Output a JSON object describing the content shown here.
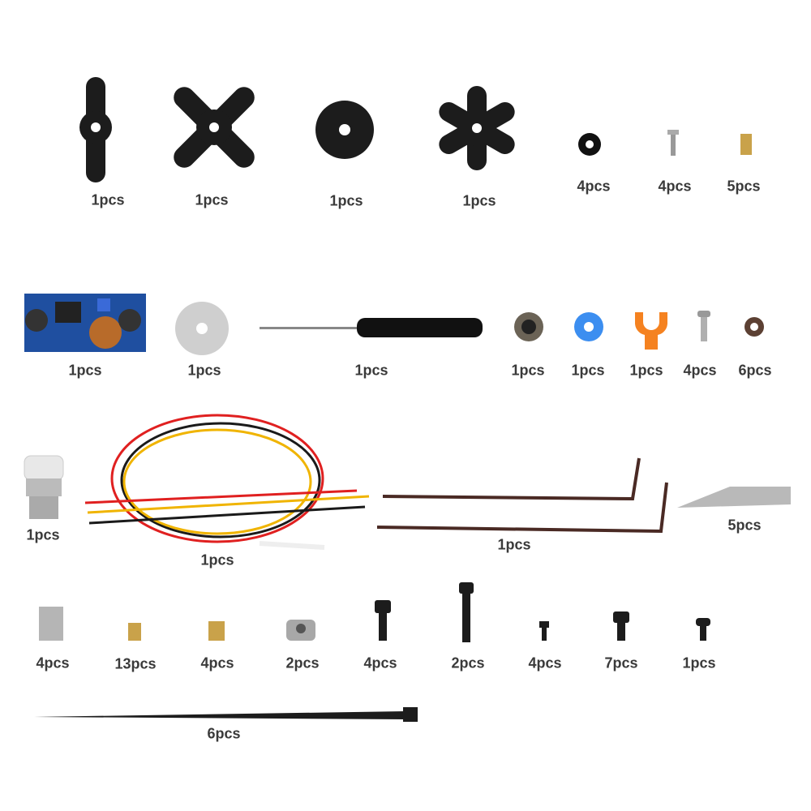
{
  "parts": [
    {
      "id": "servo-horn-single",
      "qty": "1pcs"
    },
    {
      "id": "servo-horn-cross",
      "qty": "1pcs"
    },
    {
      "id": "servo-horn-disc",
      "qty": "1pcs"
    },
    {
      "id": "servo-horn-star",
      "qty": "1pcs"
    },
    {
      "id": "rubber-grommet",
      "qty": "4pcs"
    },
    {
      "id": "self-tapping-screw",
      "qty": "4pcs"
    },
    {
      "id": "brass-eyelet",
      "qty": "5pcs"
    },
    {
      "id": "buck-converter-board",
      "qty": "1pcs"
    },
    {
      "id": "aluminum-hub",
      "qty": "1pcs"
    },
    {
      "id": "screwdriver",
      "qty": "1pcs"
    },
    {
      "id": "lock-ring",
      "qty": "1pcs"
    },
    {
      "id": "blue-collet-clip",
      "qty": "1pcs"
    },
    {
      "id": "orange-clip",
      "qty": "1pcs"
    },
    {
      "id": "button-head-screw",
      "qty": "4pcs"
    },
    {
      "id": "small-brown-washer",
      "qty": "6pcs"
    },
    {
      "id": "pneumatic-fitting",
      "qty": "1pcs"
    },
    {
      "id": "wire-harness",
      "qty": "1pcs"
    },
    {
      "id": "hex-keys",
      "qty": "1pcs"
    },
    {
      "id": "hobby-knife-blade",
      "qty": "5pcs"
    },
    {
      "id": "t-nut",
      "qty": "4pcs"
    },
    {
      "id": "heat-insert-small",
      "qty": "13pcs"
    },
    {
      "id": "heat-insert-large",
      "qty": "4pcs"
    },
    {
      "id": "nylon-lock-nut",
      "qty": "2pcs"
    },
    {
      "id": "socket-screw-medium",
      "qty": "4pcs"
    },
    {
      "id": "socket-screw-long",
      "qty": "2pcs"
    },
    {
      "id": "socket-screw-tiny",
      "qty": "4pcs"
    },
    {
      "id": "socket-screw-short",
      "qty": "7pcs"
    },
    {
      "id": "button-screw-black",
      "qty": "1pcs"
    },
    {
      "id": "cable-tie",
      "qty": "6pcs"
    }
  ],
  "colors": {
    "label": "#3a3a3a",
    "horn": "#1c1c1c",
    "board": "#1f4fa0",
    "wire_red": "#e02020",
    "wire_yellow": "#f0b400",
    "wire_black": "#1a1a1a",
    "blue_clip": "#3c8ef0",
    "orange_clip": "#f58220",
    "brass": "#c9a24a"
  }
}
